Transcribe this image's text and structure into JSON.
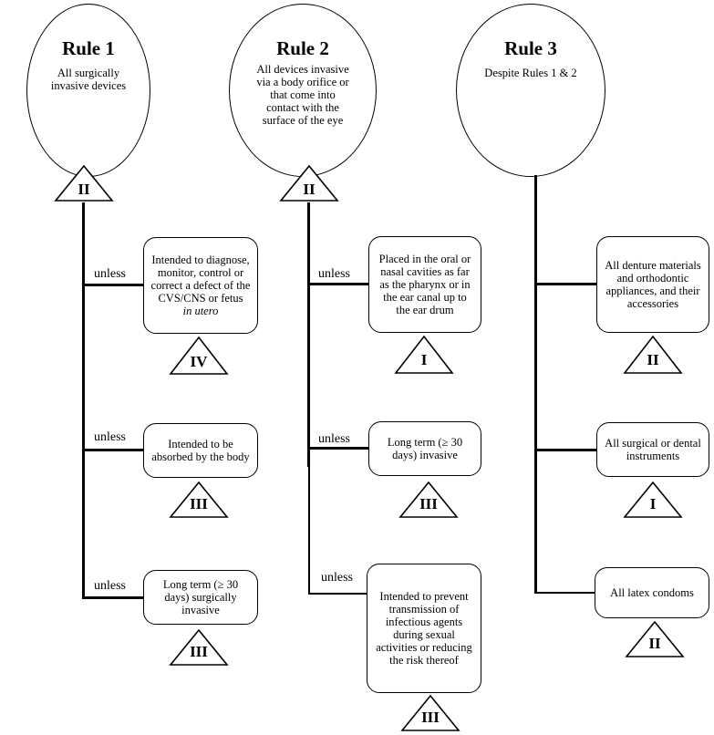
{
  "rules": [
    {
      "title": "Rule 1",
      "desc": "All surgically invasive devices",
      "class": "II",
      "exceptions": [
        {
          "connector": "unless",
          "text": "Intended to diagnose, monitor, control or correct a defect of the CVS/CNS or fetus",
          "text_em": "in utero",
          "class": "IV"
        },
        {
          "connector": "unless",
          "text": "Intended to be absorbed by the body",
          "class": "III"
        },
        {
          "connector": "unless",
          "text": "Long term (≥ 30 days) surgically invasive",
          "class": "III"
        }
      ]
    },
    {
      "title": "Rule 2",
      "desc": "All devices invasive via a body orifice or that come into contact with the surface of the eye",
      "class": "II",
      "exceptions": [
        {
          "connector": "unless",
          "text": "Placed in the oral or nasal cavities as far as the pharynx or in the ear canal up to the ear drum",
          "class": "I"
        },
        {
          "connector": "unless",
          "text": "Long term (≥ 30 days) invasive",
          "class": "III"
        },
        {
          "connector": "unless",
          "text": "Intended to prevent transmission of infectious agents during sexual activities or reducing the risk thereof",
          "class": "III"
        }
      ]
    },
    {
      "title": "Rule 3",
      "desc": "Despite Rules 1 & 2",
      "exceptions": [
        {
          "text": "All denture materials and orthodontic appliances, and their accessories",
          "class": "II"
        },
        {
          "text": "All surgical or dental instruments",
          "class": "I"
        },
        {
          "text": "All latex condoms",
          "class": "II"
        }
      ]
    }
  ]
}
